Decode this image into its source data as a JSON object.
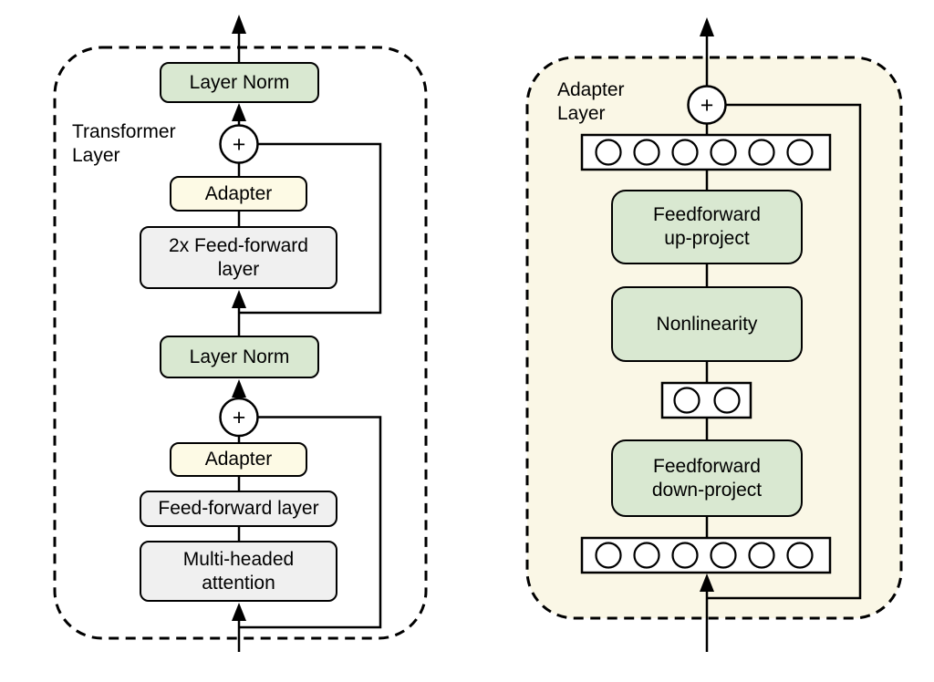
{
  "plus_sign": "+",
  "left_panel": {
    "label": "Transformer\nLayer",
    "layer_norm_top": "Layer Norm",
    "adapter_top": "Adapter",
    "feedforward_2x": "2x Feed-forward\nlayer",
    "layer_norm_bottom": "Layer Norm",
    "adapter_bottom": "Adapter",
    "feedforward": "Feed-forward layer",
    "attention": "Multi-headed\nattention"
  },
  "right_panel": {
    "label": "Adapter\nLayer",
    "feedforward_up": "Feedforward\nup-project",
    "nonlinearity": "Nonlinearity",
    "feedforward_down": "Feedforward\ndown-project"
  },
  "colors": {
    "box_green": "#d9e8d1",
    "box_yellow": "#fdfae5",
    "box_gray": "#f0f0f0",
    "panel_cream": "#faf7e6",
    "line_black": "#000000"
  }
}
